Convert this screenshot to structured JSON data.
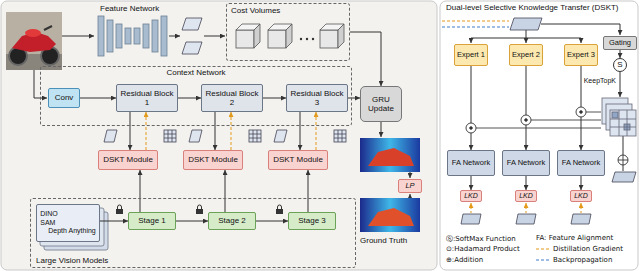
{
  "diagram": {
    "title": "Dual-level Selective Knowledge Transfer (DSKT)",
    "nodes": [
      {
        "text": [
          "Cost Volumes"
        ]
      },
      {
        "text": [
          "Context Network"
        ]
      },
      {
        "text": [
          "Conv"
        ],
        "in": 1
      },
      {
        "text": [
          "Residual Block 1"
        ],
        "in": 1
      },
      {
        "text": [
          "Residual Block 2"
        ],
        "in": 1
      },
      {
        "text": [
          "Residual Block 3"
        ],
        "in": 1
      },
      {
        "text": [
          "GRU Update"
        ]
      },
      {
        "text": [
          "DSKT Module"
        ]
      },
      {
        "text": [
          "DSKT Module"
        ]
      },
      {
        "text": [
          "DSKT Module"
        ]
      },
      {
        "text": [
          "Large Vision Models"
        ]
      },
      {
        "text": [
          "DINO",
          "SAM",
          "Depth Anything"
        ],
        "in": 10
      },
      {
        "text": [
          "Stage 1"
        ],
        "in": 10
      },
      {
        "text": [
          "Stage 2"
        ],
        "in": 10
      },
      {
        "text": [
          "Stage 3"
        ],
        "in": 10
      },
      {
        "text": [
          "LP"
        ]
      },
      {
        "text": [
          "Expert 1"
        ]
      },
      {
        "text": [
          "Expert 2"
        ]
      },
      {
        "text": [
          "Expert 3"
        ]
      },
      {
        "text": [
          "Gating"
        ]
      },
      {
        "text": [
          "S"
        ]
      },
      {
        "text": [
          "FA Network"
        ]
      },
      {
        "text": [
          "FA Network"
        ]
      },
      {
        "text": [
          "FA Network"
        ]
      },
      {
        "text": [
          "LKD"
        ]
      },
      {
        "text": [
          "LKD"
        ]
      },
      {
        "text": [
          "LKD"
        ]
      }
    ],
    "edges": [
      {
        "from": 0,
        "to": 6,
        "arrow": "to"
      },
      {
        "from": 2,
        "to": 3,
        "arrow": "to"
      },
      {
        "from": 3,
        "to": 4,
        "arrow": "to"
      },
      {
        "from": 4,
        "to": 5,
        "arrow": "to"
      },
      {
        "from": 5,
        "to": 6,
        "arrow": "to"
      },
      {
        "from": 3,
        "to": 7,
        "arrow": "to"
      },
      {
        "from": 7,
        "to": 3,
        "arrow": "to"
      },
      {
        "from": 4,
        "to": 8,
        "arrow": "to"
      },
      {
        "from": 8,
        "to": 4,
        "arrow": "to"
      },
      {
        "from": 5,
        "to": 9,
        "arrow": "to"
      },
      {
        "from": 9,
        "to": 5,
        "arrow": "to"
      },
      {
        "from": 11,
        "to": 12,
        "arrow": "to"
      },
      {
        "from": 12,
        "to": 13,
        "arrow": "to"
      },
      {
        "from": 13,
        "to": 14,
        "arrow": "to"
      },
      {
        "from": 12,
        "to": 7,
        "arrow": "to"
      },
      {
        "from": 13,
        "to": 8,
        "arrow": "to"
      },
      {
        "from": 14,
        "to": 9,
        "arrow": "to"
      },
      {
        "from": 16,
        "to": 21,
        "arrow": "to"
      },
      {
        "from": 17,
        "to": 22,
        "arrow": "to"
      },
      {
        "from": 18,
        "to": 23,
        "arrow": "to"
      },
      {
        "from": 21,
        "to": 24,
        "arrow": "to"
      },
      {
        "from": 22,
        "to": 25,
        "arrow": "to"
      },
      {
        "from": 23,
        "to": 26,
        "arrow": "to"
      },
      {
        "from": 19,
        "to": 20,
        "arrow": "to"
      }
    ],
    "labels": [
      "Feature Network",
      "Ground Truth",
      "KeepTopK"
    ],
    "legend": [
      {
        "text": "Ⓢ:SoftMax Function"
      },
      {
        "text": "⊙:Hadamard Product"
      },
      {
        "text": "⊕:Addition"
      },
      {
        "text": "FA: Feature Alignment"
      },
      {
        "text": "Distillation Gradient"
      },
      {
        "text": "Backpropagation"
      }
    ]
  }
}
